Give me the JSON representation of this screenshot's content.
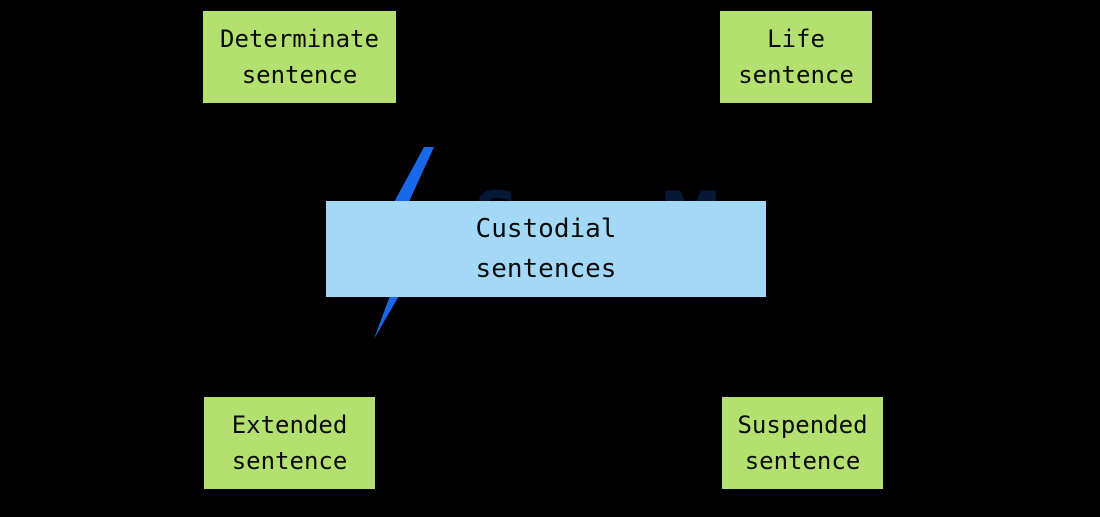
{
  "diagram": {
    "title": "Custodial sentences",
    "type": "spider-map",
    "background_color": "#000000",
    "center": {
      "label": "Custodial\nsentences",
      "fill_color": "#a3d9f7",
      "text_color": "#0b0b0b"
    },
    "branches": [
      {
        "id": "determinate",
        "label": "Determinate\nsentence",
        "fill_color": "#b4e070",
        "text_color": "#0b0b0b",
        "position": "top-left"
      },
      {
        "id": "life",
        "label": "Life\nsentence",
        "fill_color": "#b4e070",
        "text_color": "#0b0b0b",
        "position": "top-right"
      },
      {
        "id": "extended",
        "label": "Extended\nsentence",
        "fill_color": "#b4e070",
        "text_color": "#0b0b0b",
        "position": "bottom-left"
      },
      {
        "id": "suspended",
        "label": "Suspended\nsentence",
        "fill_color": "#b4e070",
        "text_color": "#0b0b0b",
        "position": "bottom-right"
      }
    ]
  },
  "watermark": {
    "text": "Save My\nExams",
    "color": "#1a6ef5",
    "bolt_color": "#1a6ef5"
  }
}
